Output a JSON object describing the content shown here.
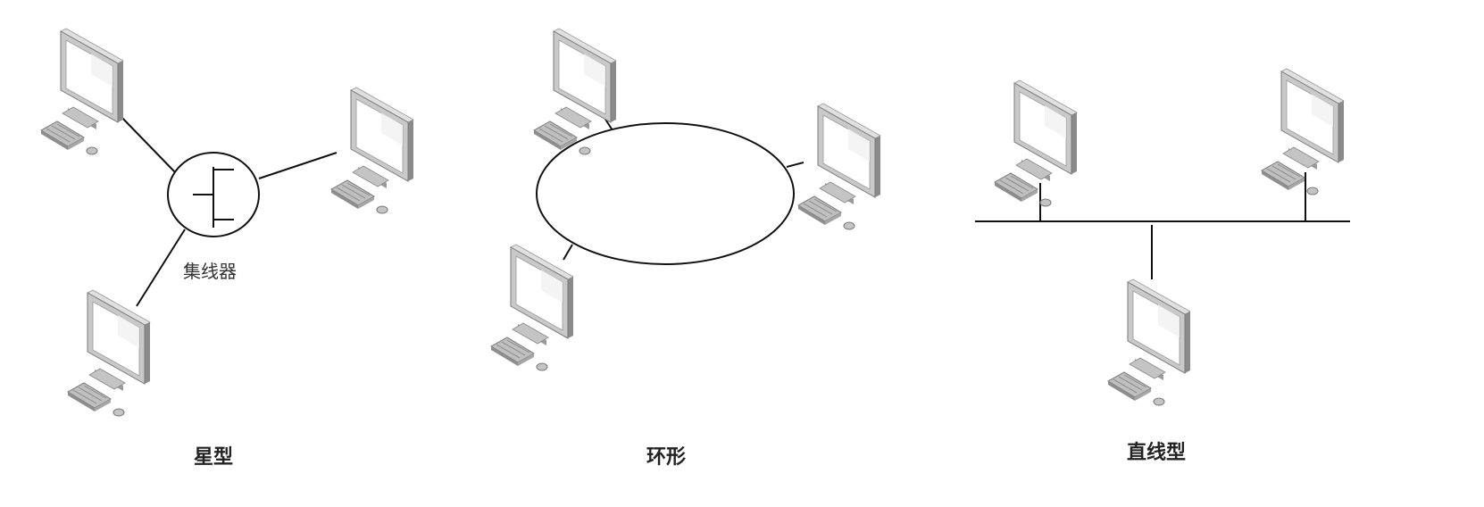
{
  "star": {
    "hub_label": "集线器",
    "caption": "星型"
  },
  "ring": {
    "caption": "环形"
  },
  "bus": {
    "caption": "直线型"
  },
  "icons": {
    "computer": "desktop-computer-icon",
    "hub": "hub-icon"
  },
  "colors": {
    "line": "#111111",
    "monitor_frame": "#c9c9c9",
    "monitor_shadow": "#8a8a8a",
    "screen": "#ffffff"
  }
}
